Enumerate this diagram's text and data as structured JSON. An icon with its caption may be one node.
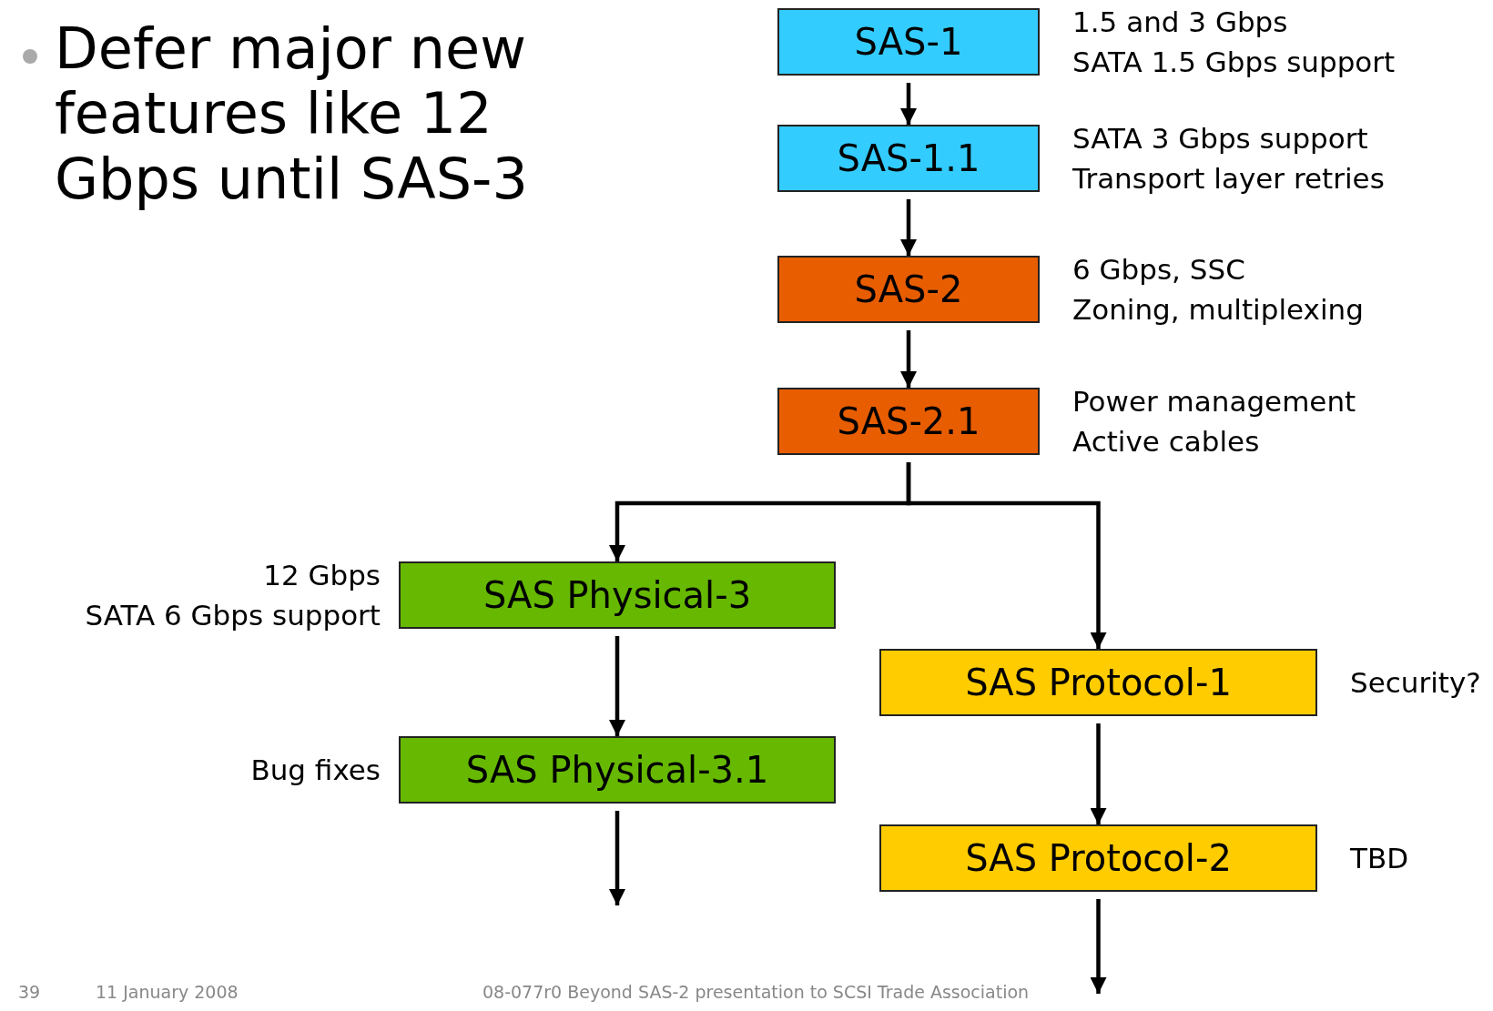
{
  "diagram": {
    "nodes": [
      {
        "text": [
          "SAS-1"
        ],
        "beside": [
          "1.5 and 3 Gbps",
          "SATA 1.5 Gbps support"
        ]
      },
      {
        "text": [
          "SAS-1.1"
        ],
        "beside": [
          "SATA 3 Gbps support",
          "Transport layer retries"
        ]
      },
      {
        "text": [
          "SAS-2"
        ],
        "beside": [
          "6 Gbps, SSC",
          "Zoning, multiplexing"
        ]
      },
      {
        "text": [
          "SAS-2.1"
        ],
        "beside": [
          "Power management",
          "Active cables"
        ]
      },
      {
        "text": [
          "SAS Physical-3"
        ],
        "beside": [
          "12 Gbps",
          "SATA 6 Gbps support"
        ]
      },
      {
        "text": [
          "SAS Physical-3.1"
        ],
        "beside": [
          "Bug fixes"
        ]
      },
      {
        "text": [
          "SAS Protocol-1"
        ],
        "beside": [
          "Security?"
        ]
      },
      {
        "text": [
          "SAS Protocol-2"
        ],
        "beside": [
          "TBD"
        ]
      }
    ],
    "edges": [
      {
        "from": 0,
        "to": 1,
        "arrow": "to"
      },
      {
        "from": 1,
        "to": 2,
        "arrow": "to"
      },
      {
        "from": 2,
        "to": 3,
        "arrow": "to"
      },
      {
        "from": 3,
        "to": 4,
        "arrow": "to"
      },
      {
        "from": 3,
        "to": 6,
        "arrow": "to"
      },
      {
        "from": 4,
        "to": 5,
        "arrow": "to"
      },
      {
        "from": 6,
        "to": 7,
        "arrow": "to"
      },
      {
        "from": 5,
        "to": null,
        "arrow": "to"
      },
      {
        "from": 7,
        "to": null,
        "arrow": "to"
      }
    ],
    "labels": [
      "Defer major new features like 12 Gbps until SAS-3",
      "39",
      "11 January 2008",
      "08-077r0 Beyond SAS-2 presentation to SCSI Trade Association"
    ]
  }
}
